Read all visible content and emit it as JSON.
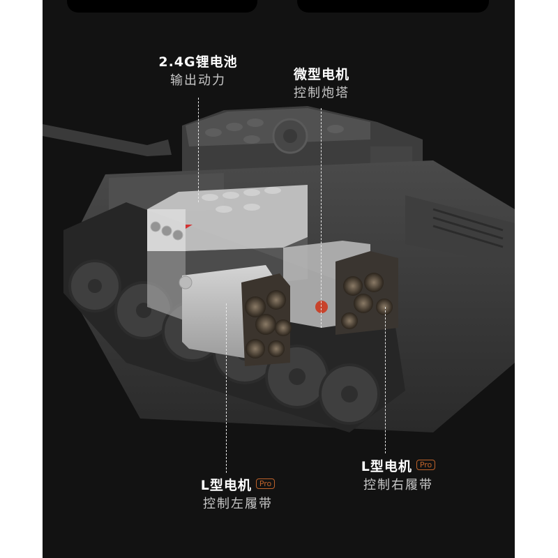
{
  "colors": {
    "page_background": "#ffffff",
    "panel_background": "#121212",
    "top_tab": "#000000",
    "title_text": "#ffffff",
    "subtitle_text": "#c8c8c8",
    "pro_badge": "#c0632a",
    "dashed_line": "#e8e8e8"
  },
  "callouts": {
    "battery": {
      "title": "2.4G锂电池",
      "subtitle": "输出动力"
    },
    "turret_motor": {
      "title": "微型电机",
      "subtitle": "控制炮塔"
    },
    "left_motor": {
      "title": "L型电机",
      "badge": "Pro",
      "subtitle": "控制左履带"
    },
    "right_motor": {
      "title": "L型电机",
      "badge": "Pro",
      "subtitle": "控制右履带"
    }
  },
  "illustration": {
    "subject": "building-block-tank",
    "components": [
      "battery-box",
      "micro-motor",
      "l-motor-left",
      "l-motor-right"
    ]
  }
}
